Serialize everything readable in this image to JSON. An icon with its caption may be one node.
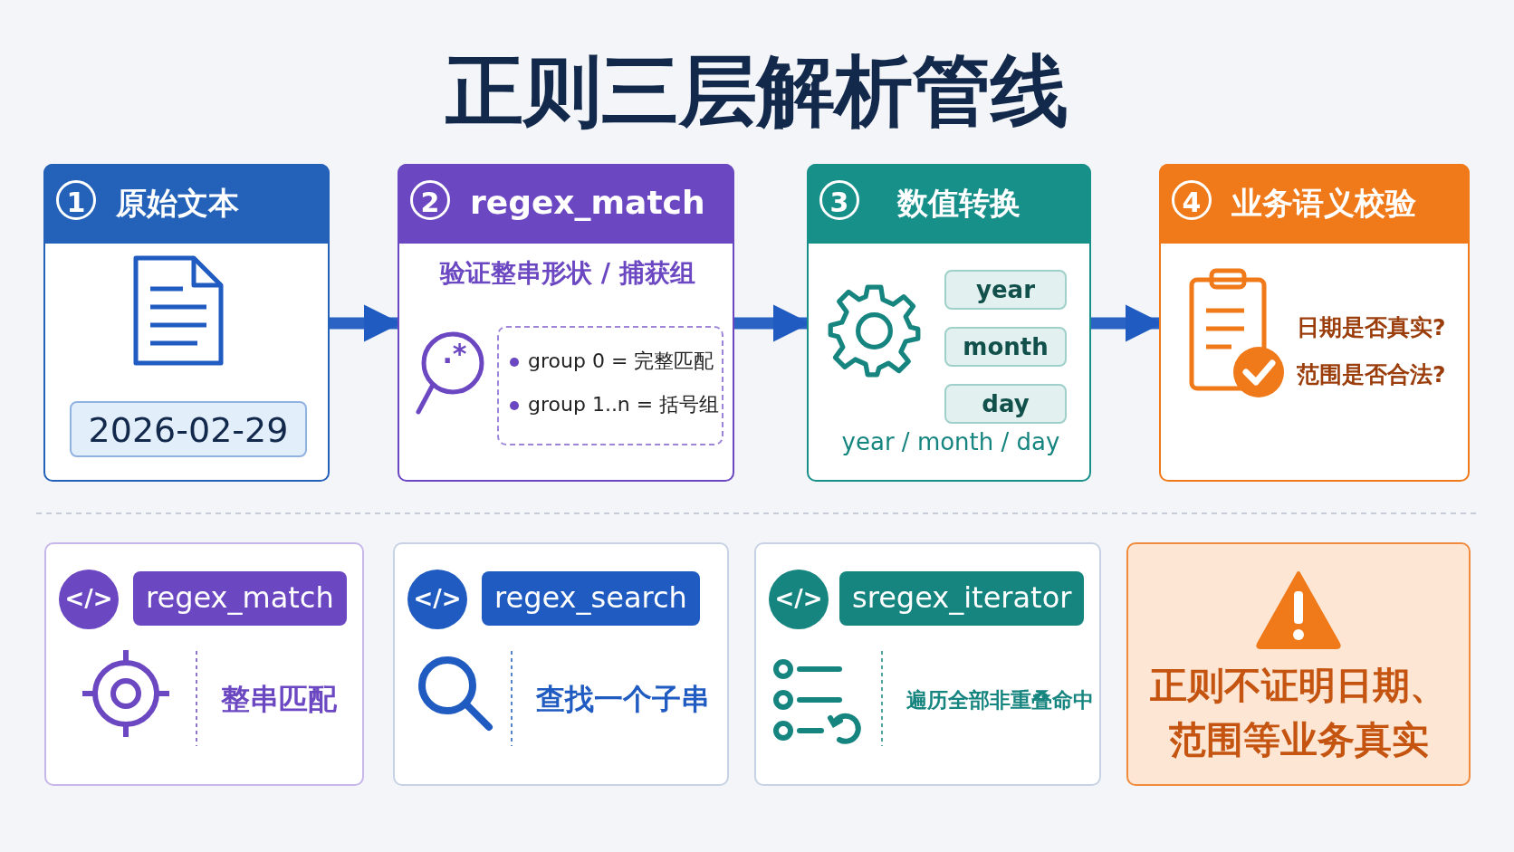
{
  "diagram": {
    "title": "正则三层解析管线",
    "nodes": [
      {
        "text": [
          "1",
          "原始文本"
        ]
      },
      {
        "text": [
          "2026-02-29"
        ],
        "in": 0
      },
      {
        "text": [
          "2",
          "regex_match",
          "验证整串形状 / 捕获组"
        ]
      },
      {
        "text": [
          "group 0 = 完整匹配",
          "group 1..n = 括号组"
        ],
        "in": 2
      },
      {
        "text": [
          "3",
          "数值转换",
          "year / month / day"
        ]
      },
      {
        "text": [
          "year"
        ],
        "in": 4
      },
      {
        "text": [
          "month"
        ],
        "in": 4
      },
      {
        "text": [
          "day"
        ],
        "in": 4
      },
      {
        "text": [
          "4",
          "业务语义校验",
          "日期是否真实?",
          "范围是否合法?"
        ]
      },
      {
        "text": [
          "regex_match",
          "整串匹配"
        ]
      },
      {
        "text": [
          "regex_search",
          "查找一个子串"
        ]
      },
      {
        "text": [
          "sregex_iterator",
          "遍历全部非重叠命中"
        ]
      },
      {
        "text": [
          "正则不证明日期、范围等业务真实"
        ]
      }
    ],
    "edges": [
      {
        "from": 0,
        "to": 2,
        "arrow": "to"
      },
      {
        "from": 2,
        "to": 4,
        "arrow": "to"
      },
      {
        "from": 4,
        "to": 8,
        "arrow": "to"
      }
    ],
    "labels": [
      ".*",
      "</>",
      "</>",
      "</>"
    ]
  }
}
